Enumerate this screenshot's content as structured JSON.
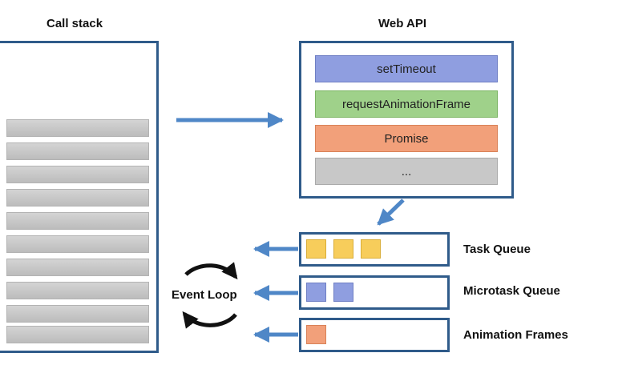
{
  "call_stack": {
    "title": "Call stack",
    "frame_count": 10
  },
  "web_api": {
    "title": "Web API",
    "items": [
      {
        "label": "setTimeout",
        "color": "#8f9ee0",
        "border": "#6f7fc4"
      },
      {
        "label": "requestAnimationFrame",
        "color": "#9fd18a",
        "border": "#7bb463"
      },
      {
        "label": "Promise",
        "color": "#f2a07a",
        "border": "#d98258"
      },
      {
        "label": "...",
        "color": "#c8c8c8",
        "border": "#aaaaaa"
      }
    ]
  },
  "queues": [
    {
      "label": "Task Queue",
      "items": 3,
      "item_color": "#f7cd5b",
      "item_border": "#d9ad38"
    },
    {
      "label": "Microtask Queue",
      "items": 2,
      "item_color": "#8f9ee0",
      "item_border": "#6f7fc4"
    },
    {
      "label": "Animation Frames",
      "items": 1,
      "item_color": "#f2a07a",
      "item_border": "#d98258"
    }
  ],
  "event_loop": {
    "label": "Event Loop"
  },
  "colors": {
    "box_border": "#2f5b8a",
    "arrow": "#4f87c7"
  }
}
